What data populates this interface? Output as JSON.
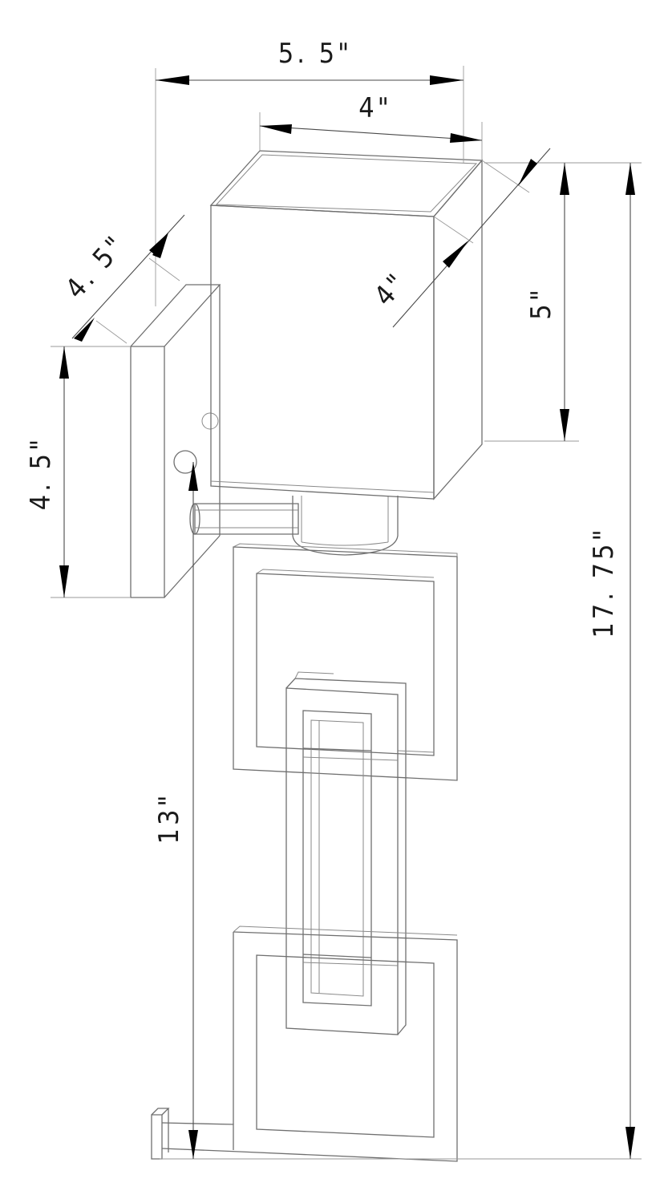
{
  "dimensions": {
    "overall_width": "5. 5\"",
    "shade_width": "4\"",
    "backplate_depth": "4. 5\"",
    "shade_depth": "4\"",
    "shade_height": "5\"",
    "backplate_height": "4. 5\"",
    "arm_to_base_height": "13\"",
    "overall_height": "17. 75\""
  }
}
